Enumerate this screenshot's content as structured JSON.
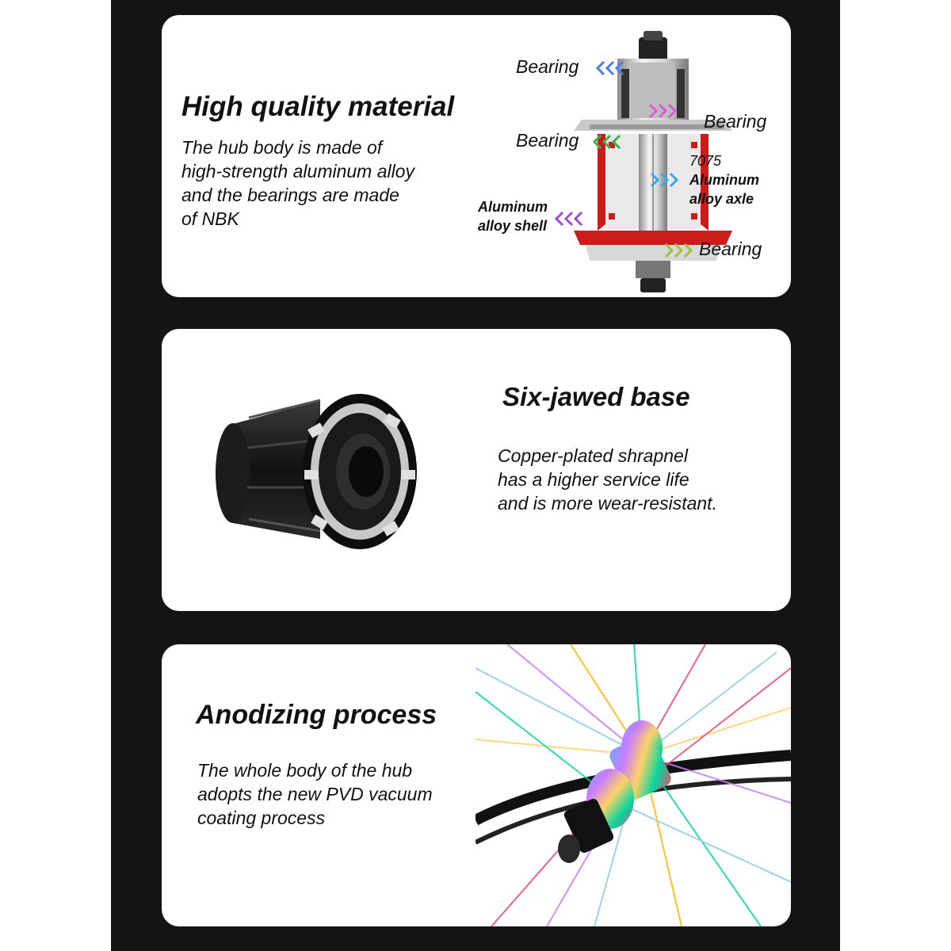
{
  "sections": [
    {
      "heading": "High quality material",
      "body_lines": [
        "The hub body is made of",
        "high-strength aluminum alloy",
        "and the bearings are made",
        "of NBK"
      ],
      "image_icon": "rear-hub-cutaway-icon",
      "callouts": {
        "bearing_top": "Bearing",
        "bearing_upper_right": "Bearing",
        "bearing_mid_left": "Bearing",
        "axle_lines": [
          "7075",
          "Aluminum",
          "alloy axle"
        ],
        "shell_lines": [
          "Aluminum",
          "alloy shell"
        ],
        "bearing_bottom_right": "Bearing"
      },
      "arrow_colors": {
        "bearing_top": "#4f7df0",
        "bearing_upper_right": "#e05ad8",
        "bearing_mid_left": "#3fae4a",
        "axle": "#3aa8e8",
        "shell": "#a04ad6",
        "bearing_bottom_right": "#9cc43a"
      },
      "accent_color": "#cc1b1b"
    },
    {
      "heading": "Six-jawed base",
      "body_lines": [
        "Copper-plated shrapnel",
        "has a higher service life",
        "and is more wear-resistant."
      ],
      "image_icon": "freehub-body-icon"
    },
    {
      "heading": "Anodizing process",
      "body_lines": [
        "The whole body of the hub",
        "adopts the new PVD vacuum",
        "coating process"
      ],
      "image_icon": "rainbow-wheel-hub-icon"
    }
  ],
  "colors": {
    "background": "#141414",
    "card": "#ffffff",
    "text": "#111111"
  }
}
